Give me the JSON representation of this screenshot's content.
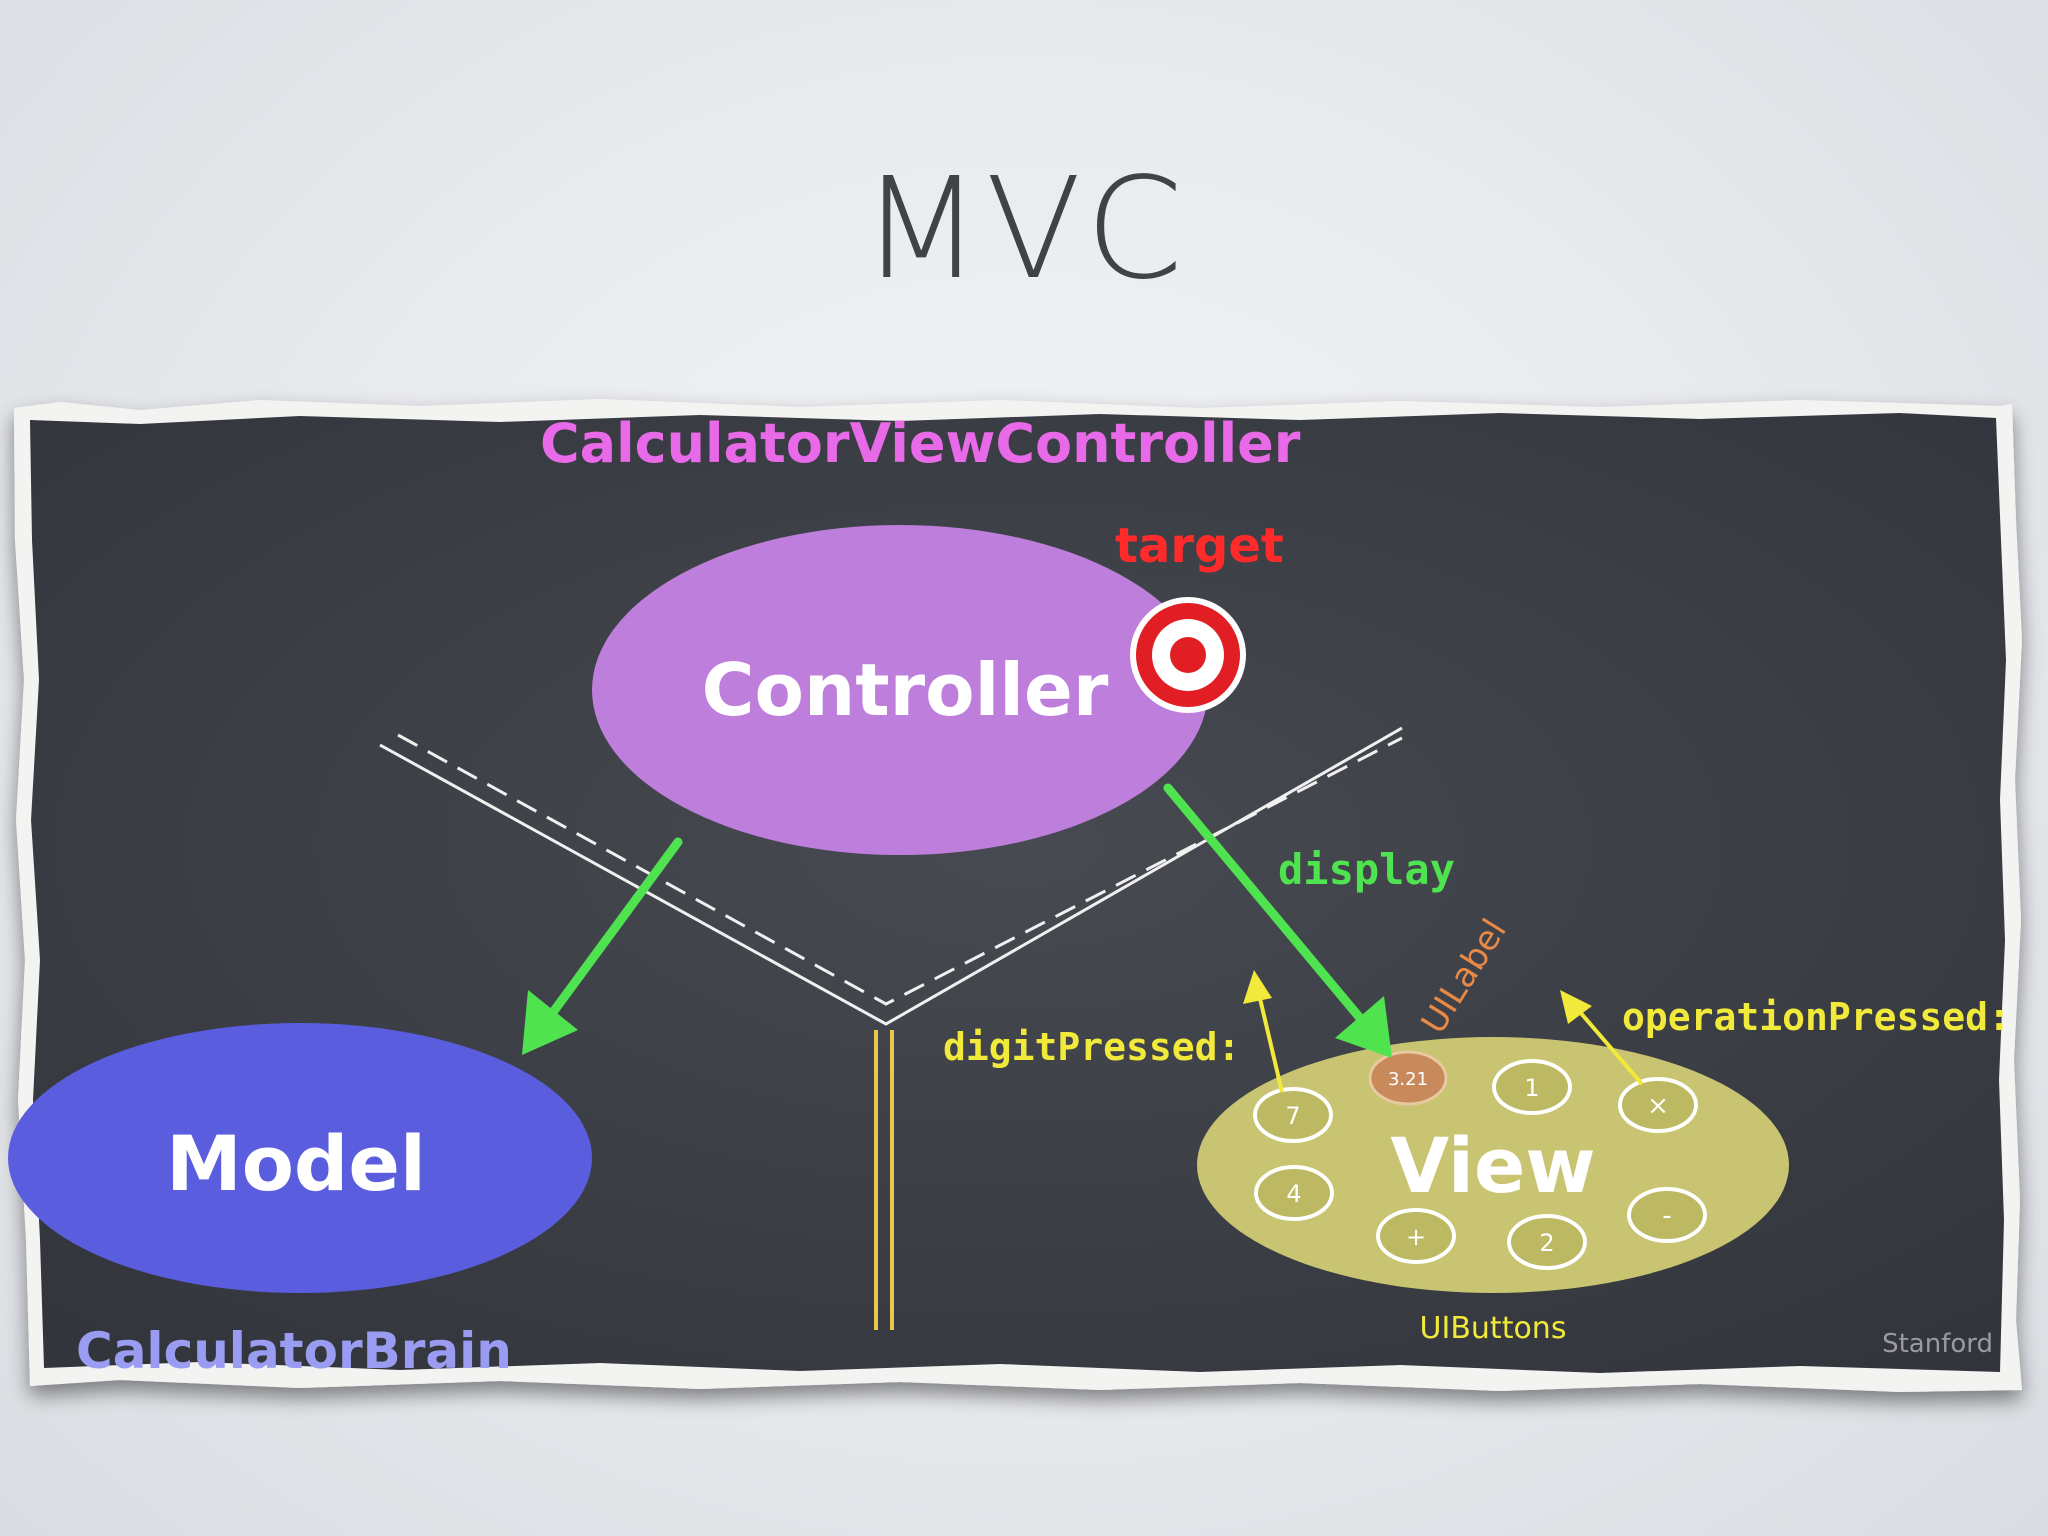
{
  "slide": {
    "title": "MVC"
  },
  "diagram": {
    "controller_class": "CalculatorViewController",
    "controller": "Controller",
    "target_label": "target",
    "model": "Model",
    "model_class": "CalculatorBrain",
    "view": "View",
    "outlet_display": "display",
    "label_type": "UILabel",
    "action_digit": "digitPressed:",
    "action_operation": "operationPressed:",
    "buttons_label": "UIButtons",
    "display_value": "3.21",
    "buttons": [
      "7",
      "1",
      "×",
      "4",
      "+",
      "2",
      "-"
    ],
    "credit": "Stanford"
  },
  "colors": {
    "board": "#3b3d45",
    "controller": "#bd7fdb",
    "model": "#5a5ede",
    "view": "#c8c471",
    "outlet_arrow": "#4fe34f",
    "action_arrow": "#f2ea3a",
    "controller_class_text": "#e86ae8",
    "model_class_text": "#9a9cf2",
    "target_text": "#ff2a2a",
    "wall": "#e7c84a"
  }
}
